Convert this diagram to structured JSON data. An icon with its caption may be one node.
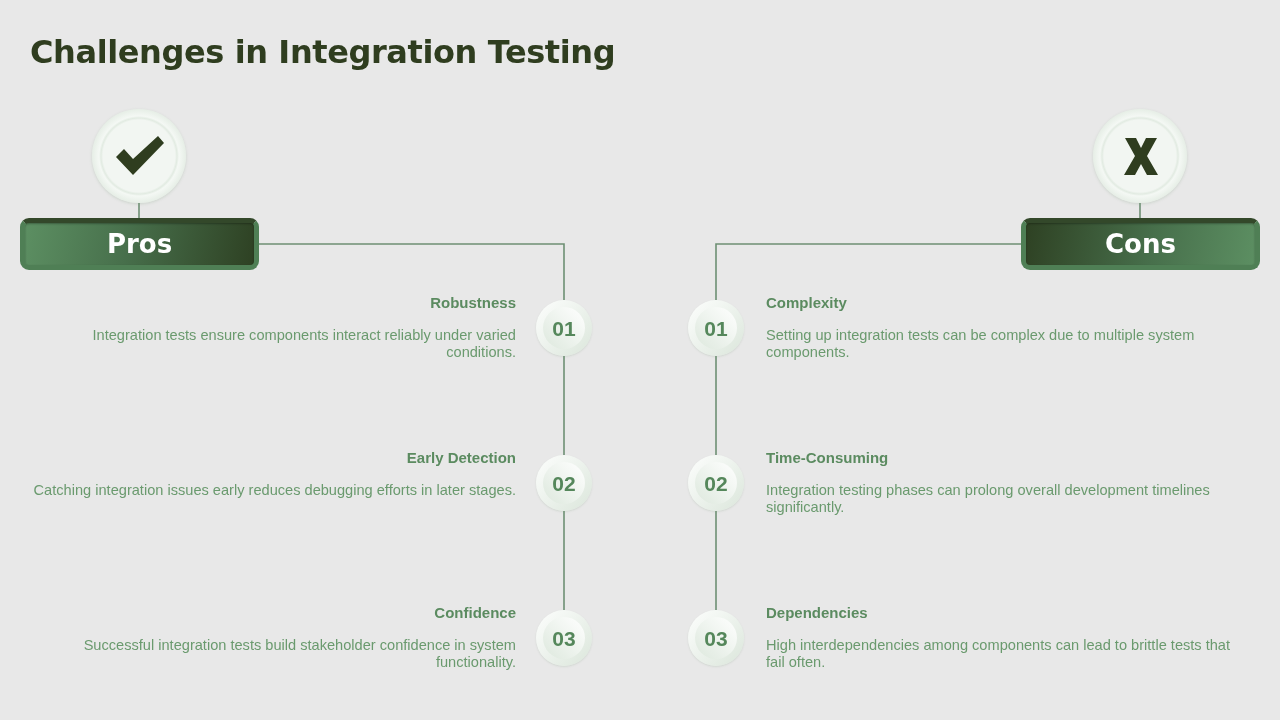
{
  "diagram": {
    "title": "Challenges in Integration Testing",
    "nodes": [
      {
        "text": [],
        "shape": "circle"
      },
      {
        "text": [
          "Pros"
        ]
      },
      {
        "text": [
          "01"
        ],
        "beside": [
          "Robustness",
          "Integration tests ensure components interact reliably under varied conditions."
        ]
      },
      {
        "text": [
          "02"
        ],
        "beside": [
          "Early Detection",
          "Catching integration issues early reduces debugging efforts in later stages."
        ]
      },
      {
        "text": [
          "03"
        ],
        "beside": [
          "Confidence",
          "Successful integration tests build stakeholder confidence in system functionality."
        ]
      },
      {
        "text": [],
        "shape": "circle"
      },
      {
        "text": [
          "Cons"
        ]
      },
      {
        "text": [
          "01"
        ],
        "beside": [
          "Complexity",
          "Setting up integration tests can be complex due to multiple system components."
        ]
      },
      {
        "text": [
          "02"
        ],
        "beside": [
          "Time-Consuming",
          "Integration testing phases can prolong overall development timelines significantly."
        ]
      },
      {
        "text": [
          "03"
        ],
        "beside": [
          "Dependencies",
          "High interdependencies among components can lead to brittle tests that fail often."
        ]
      }
    ],
    "edges": [
      {
        "from": 0,
        "to": 1,
        "arrow": "none"
      },
      {
        "from": 1,
        "to": 2,
        "arrow": "none"
      },
      {
        "from": 2,
        "to": 3,
        "arrow": "none"
      },
      {
        "from": 3,
        "to": 4,
        "arrow": "none"
      },
      {
        "from": 5,
        "to": 6,
        "arrow": "none"
      },
      {
        "from": 6,
        "to": 7,
        "arrow": "none"
      },
      {
        "from": 7,
        "to": 8,
        "arrow": "none"
      },
      {
        "from": 8,
        "to": 9,
        "arrow": "none"
      }
    ]
  }
}
